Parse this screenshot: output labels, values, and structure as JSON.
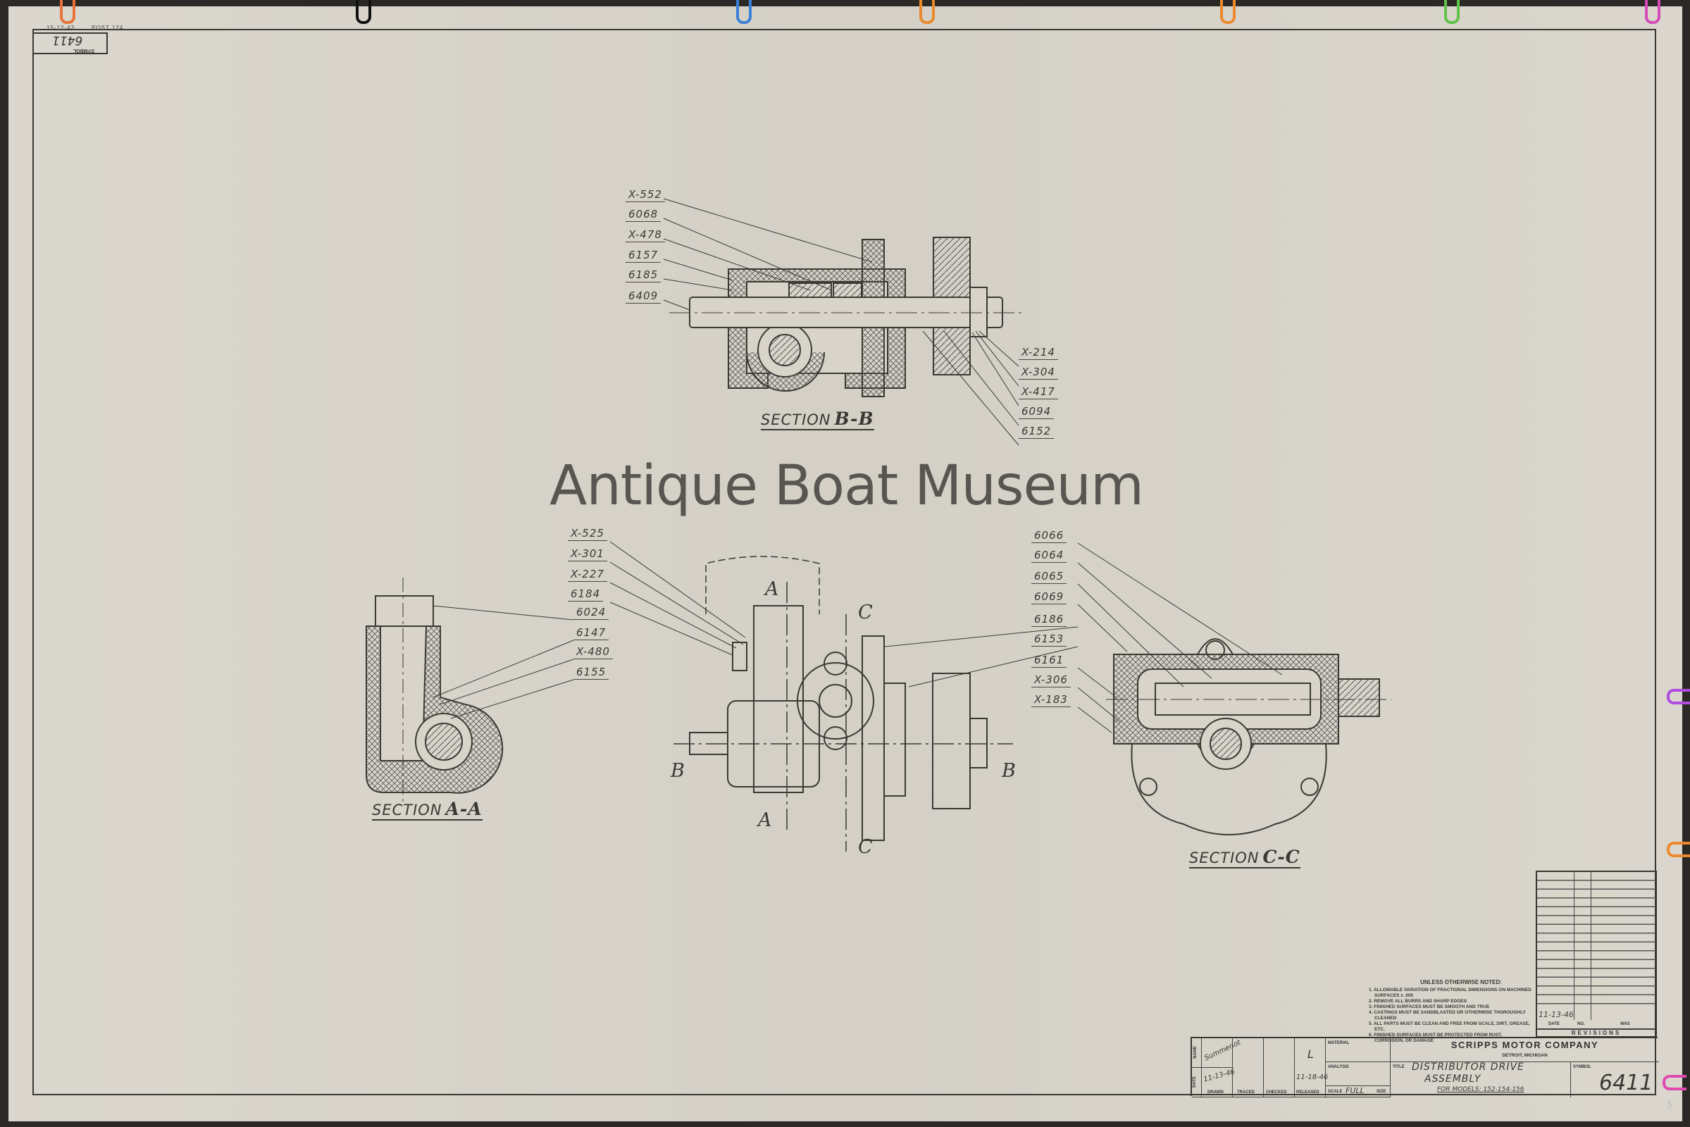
{
  "header": {
    "form_code": "15-12-43",
    "post": "POST 124",
    "symbol_label": "SYMBOL",
    "symbol_value": "6411"
  },
  "watermark": "Antique Boat Museum",
  "section_bb": {
    "title": "SECTION",
    "letters": "B-B",
    "left_labels": [
      "X-552",
      "6068",
      "X-478",
      "6157",
      "6185",
      "6409"
    ],
    "right_labels": [
      "X-214",
      "X-304",
      "X-417",
      "6094",
      "6152"
    ]
  },
  "section_aa": {
    "title": "SECTION",
    "letters": "A-A",
    "labels": [
      "6024",
      "6147",
      "X-480",
      "6155"
    ]
  },
  "center_view": {
    "labels": [
      "X-525",
      "X-301",
      "X-227",
      "6184"
    ],
    "cut_marks": {
      "a_top": "A",
      "a_bottom": "A",
      "b_left": "B",
      "b_right": "B",
      "c_top": "C",
      "c_bottom": "C"
    }
  },
  "section_cc": {
    "title": "SECTION",
    "letters": "C-C",
    "labels": [
      "6066",
      "6064",
      "6065",
      "6069",
      "6186",
      "6153",
      "6161",
      "X-306",
      "X-183"
    ]
  },
  "notes": {
    "heading": "UNLESS OTHERWISE NOTED:",
    "items": [
      "1. ALLOWABLE VARIATION OF FRACTIONAL DIMENSIONS ON MACHINED SURFACES ± .005",
      "2. REMOVE ALL BURRS AND SHARP EDGES",
      "3. FINISHED SURFACES MUST BE SMOOTH AND TRUE",
      "4. CASTINGS MUST BE SANDBLASTED OR OTHERWISE THOROUGHLY CLEANED",
      "5. ALL PARTS MUST BE CLEAN AND FREE FROM SCALE, DIRT, GREASE, ETC.",
      "6. FINISHED SURFACES MUST BE PROTECTED FROM RUST, CORROSION, OR DAMAGE"
    ]
  },
  "revisions": {
    "date_entry": "11-13-46",
    "col_date": "DATE",
    "col_no": "NO.",
    "col_was": "WAS",
    "title": "REVISIONS"
  },
  "title_block": {
    "row_name": "NAME",
    "row_date": "DATE",
    "drawn_name": "Summerlot",
    "drawn_date": "11-13-46",
    "released_name": "L",
    "released_date": "11-18-46",
    "col_drawn": "DRAWN",
    "col_traced": "TRACED",
    "col_checked": "CHECKED",
    "col_released": "RELEASED",
    "material_label": "MATERIAL",
    "analysis_label": "ANALYSIS",
    "scale_label": "SCALE",
    "scale_value": "FULL",
    "size_label": "SIZE",
    "company": "SCRIPPS MOTOR COMPANY",
    "location": "DETROIT, MICHIGAN",
    "title_label": "TITLE",
    "title_line1": "DISTRIBUTOR DRIVE",
    "title_line2": "ASSEMBLY",
    "title_line3": "FOR MODELS: 152-154-156",
    "symbol_label": "SYMBOL",
    "symbol_value": "6411"
  },
  "sheet_mark": "5",
  "colors": {
    "paper": "#d8d4ca",
    "ink": "#3b3934",
    "background": "#2b2926"
  }
}
